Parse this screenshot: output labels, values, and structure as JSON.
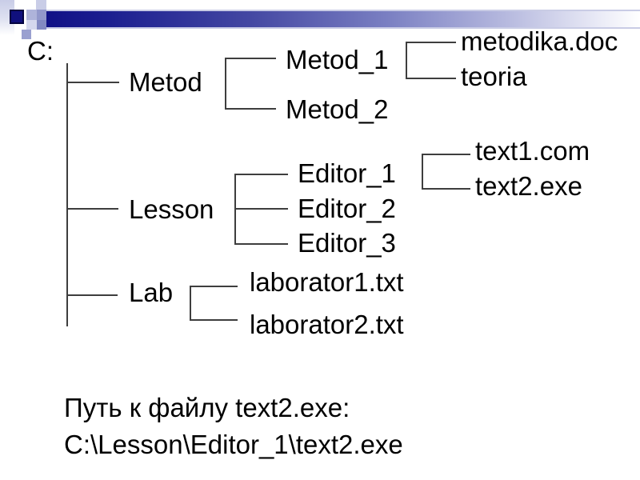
{
  "slide": {
    "type": "presentation-slide",
    "background": "#ffffff",
    "decor": {
      "bar_gradient_start": "#0f0f85",
      "bar_gradient_end": "#ffffff",
      "navy_square": "#10107d",
      "purple_light": "#c9cde7",
      "purple_mid": "#9298cb",
      "line_color": "#3e3e3e"
    }
  },
  "tree": {
    "root": {
      "label": "C:"
    },
    "children": [
      {
        "label": "Metod",
        "children": [
          {
            "label": "Metod_1",
            "children": [
              {
                "label": "metodika.doc"
              },
              {
                "label": "teoria"
              }
            ]
          },
          {
            "label": "Metod_2"
          }
        ]
      },
      {
        "label": "Lesson",
        "children": [
          {
            "label": "Editor_1",
            "children": [
              {
                "label": "text1.com"
              },
              {
                "label": "text2.exe"
              }
            ]
          },
          {
            "label": "Editor_2"
          },
          {
            "label": "Editor_3"
          }
        ]
      },
      {
        "label": "Lab",
        "children": [
          {
            "label": "laborator1.txt"
          },
          {
            "label": "laborator2.txt"
          }
        ]
      }
    ]
  },
  "caption": {
    "line1": "Путь к файлу text2.exe:",
    "line2": "C:\\Lesson\\Editor_1\\text2.exe"
  }
}
